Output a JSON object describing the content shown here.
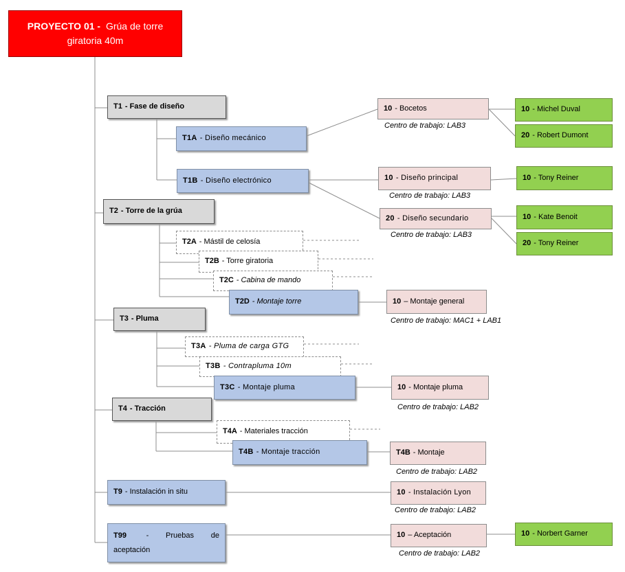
{
  "project": {
    "code": "PROYECTO 01 -",
    "name": "Grúa de torre giratoria 40m"
  },
  "tasks": {
    "t1": {
      "code": "T1",
      "label": "- Fase de diseño"
    },
    "t1a": {
      "code": "T1A",
      "label": "- Diseño mecánico"
    },
    "t1b": {
      "code": "T1B",
      "label": "- Diseño electrónico"
    },
    "t2": {
      "code": "T2",
      "label": "- Torre de la grúa"
    },
    "t2a": {
      "code": "T2A",
      "label": "- Mástil de celosía"
    },
    "t2b": {
      "code": "T2B",
      "label": "- Torre giratoria"
    },
    "t2c": {
      "code": "T2C",
      "label": "- Cabina de mando"
    },
    "t2d": {
      "code": "T2D",
      "label": "- Montaje torre"
    },
    "t3": {
      "code": "T3",
      "label": "- Pluma"
    },
    "t3a": {
      "code": "T3A",
      "label": "- Pluma de carga GTG"
    },
    "t3b": {
      "code": "T3B",
      "label": "- Contrapluma 10m"
    },
    "t3c": {
      "code": "T3C",
      "label": "- Montaje pluma"
    },
    "t4": {
      "code": "T4",
      "label": "- Tracción"
    },
    "t4a": {
      "code": "T4A",
      "label": "- Materiales tracción"
    },
    "t4b": {
      "code": "T4B",
      "label": "- Montaje tracción"
    },
    "t9": {
      "code": "T9",
      "label": "- Instalación in situ"
    },
    "t99": {
      "code": "T99",
      "dash": "-",
      "w1": "Pruebas",
      "w2": "de",
      "line2": "aceptación"
    }
  },
  "operations": {
    "bocetos": {
      "code": "10",
      "label": "- Bocetos",
      "center": "Centro de trabajo: LAB3"
    },
    "principal": {
      "code": "10",
      "label": "- Diseño principal",
      "center": "Centro de trabajo: LAB3"
    },
    "secundario": {
      "code": "20",
      "label": "- Diseño secundario",
      "center": "Centro de trabajo: LAB3"
    },
    "montaje_general": {
      "code": "10",
      "label": "– Montaje general",
      "center": "Centro de trabajo: MAC1 + LAB1"
    },
    "montaje_pluma": {
      "code": "10",
      "label": "- Montaje pluma",
      "center": "Centro de trabajo: LAB2"
    },
    "t4b_montaje": {
      "code": "T4B",
      "label": "- Montaje",
      "center": "Centro de trabajo: LAB2"
    },
    "instalacion": {
      "code": "10",
      "label": "- Instalación Lyon",
      "center": "Centro de trabajo: LAB2"
    },
    "aceptacion": {
      "code": "10",
      "label": "– Aceptación",
      "center": "Centro de trabajo: LAB2"
    }
  },
  "people": {
    "michel": {
      "code": "10",
      "label": "- Michel Duval"
    },
    "robert": {
      "code": "20",
      "label": "- Robert Dumont"
    },
    "tony1": {
      "code": "10",
      "label": "- Tony Reiner"
    },
    "kate": {
      "code": "10",
      "label": "- Kate Benoit"
    },
    "tony2": {
      "code": "20",
      "label": "- Tony Reiner"
    },
    "norbert": {
      "code": "10",
      "label": "- Norbert Garner"
    }
  }
}
